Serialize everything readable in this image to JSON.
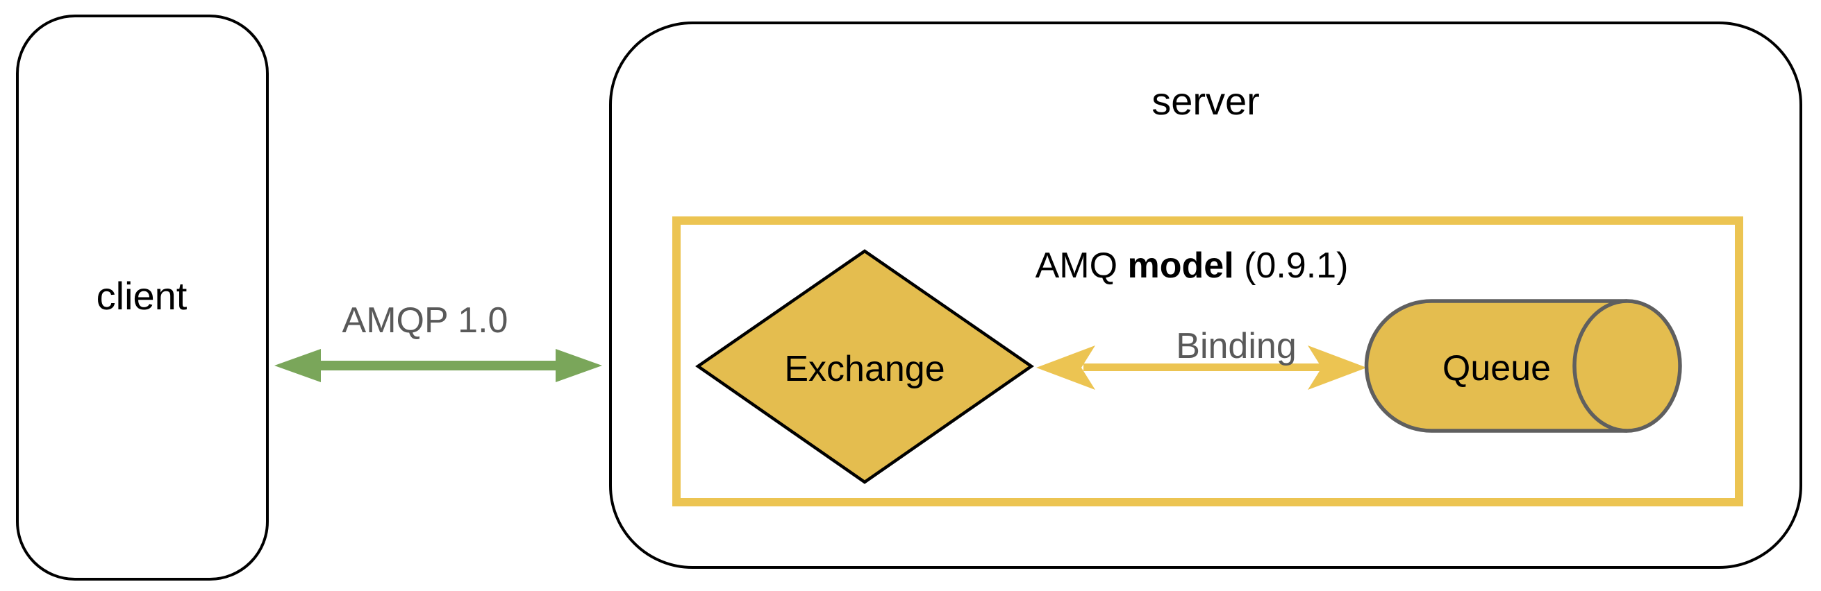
{
  "diagram": {
    "client": {
      "label": "client"
    },
    "server": {
      "label": "server"
    },
    "amqp_link": {
      "label": "AMQP 1.0"
    },
    "amq_model": {
      "title_prefix": "AMQ ",
      "title_bold": "model",
      "title_suffix": " (0.9.1)"
    },
    "exchange": {
      "label": "Exchange"
    },
    "binding": {
      "label": "Binding"
    },
    "queue": {
      "label": "Queue"
    },
    "colors": {
      "gold_fill": "#e4bd4f",
      "gold_accent": "#ecc452",
      "green_arrow": "#7aa65a",
      "gray_text": "#595959",
      "cylinder_border": "#5f5f5f",
      "outline": "#000000"
    }
  }
}
